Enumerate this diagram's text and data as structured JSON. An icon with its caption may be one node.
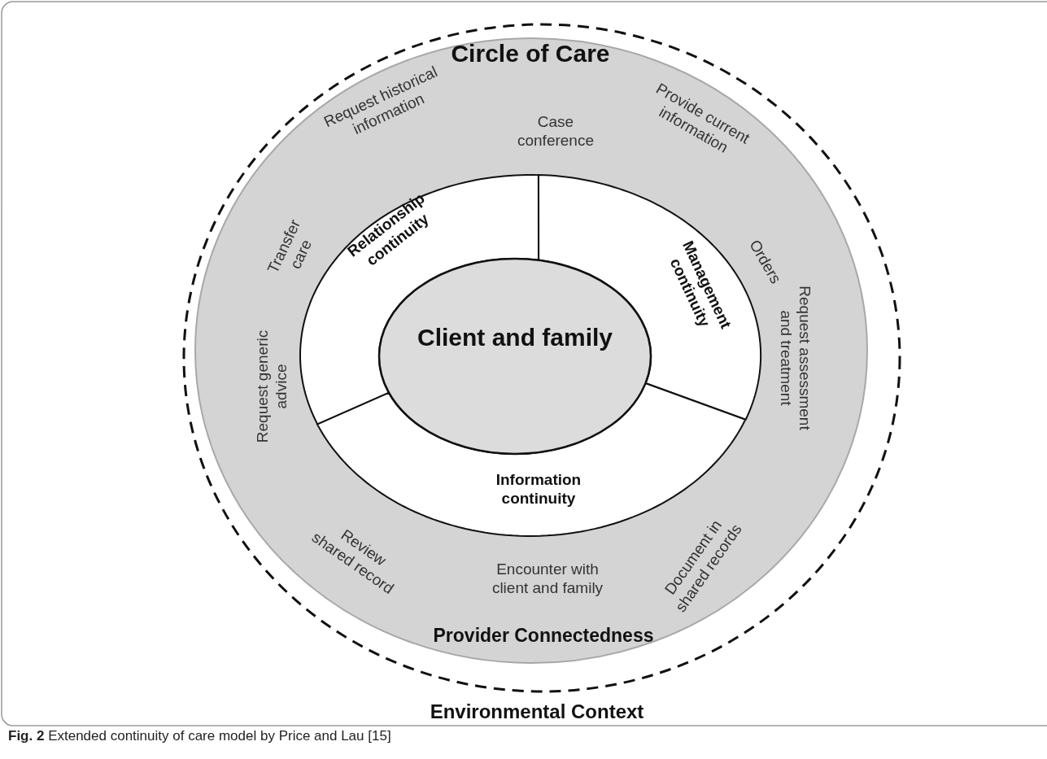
{
  "diagram": {
    "caption": "**Fig. 2** Extended continuity of care model by Price and Lau [15]",
    "nodes": [
      {
        "text": [
          "Environmental Context"
        ]
      },
      {
        "text": [
          "Circle of Care",
          "Provider Connectedness"
        ],
        "in": 0
      },
      {
        "text": [
          "Relationship continuity"
        ],
        "in": 1
      },
      {
        "text": [
          "Management continuity"
        ],
        "in": 1
      },
      {
        "text": [
          "Information continuity"
        ],
        "in": 1
      },
      {
        "text": [
          "Client and family"
        ],
        "in": 1
      }
    ],
    "labels": [
      "Request historical information",
      "Case conference",
      "Provide current information",
      "Transfer care",
      "Orders",
      "Request generic advice",
      "Request assessment and treatment",
      "Review shared record",
      "Document in shared records",
      "Encounter with client and family"
    ]
  }
}
